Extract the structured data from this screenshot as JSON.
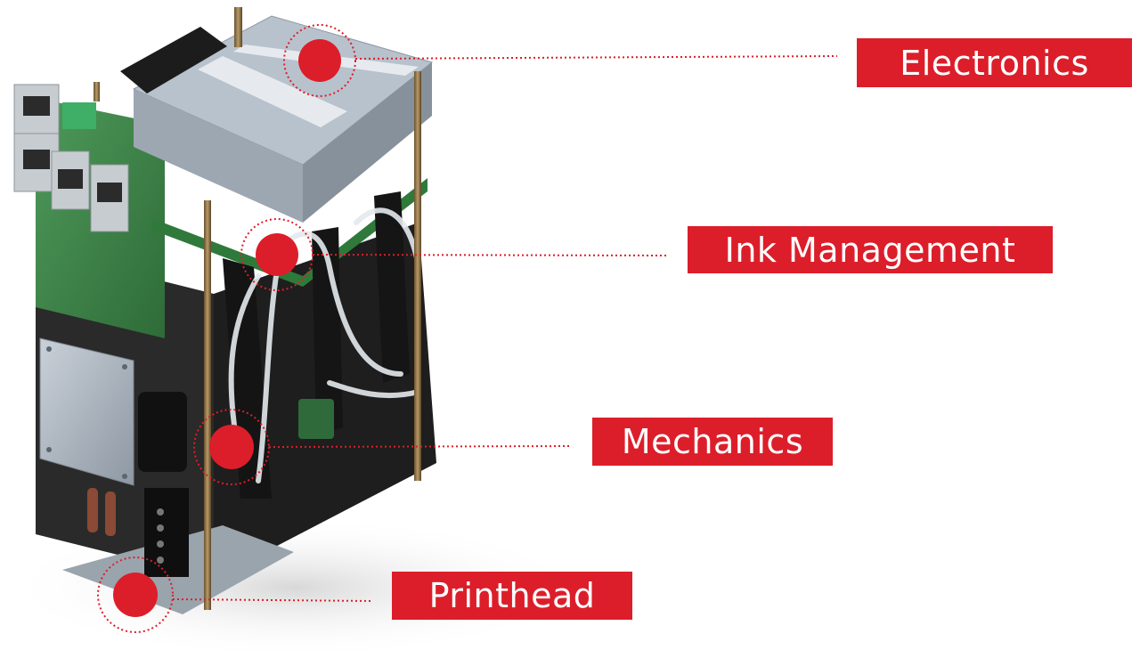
{
  "labels": {
    "electronics": "Electronics",
    "ink_management": "Ink Management",
    "mechanics": "Mechanics",
    "printhead": "Printhead"
  },
  "colors": {
    "accent_red": "#dc1e2a",
    "background": "#ffffff",
    "label_text": "#ffffff"
  },
  "illustration": {
    "subject": "printhead-module-illustration"
  }
}
